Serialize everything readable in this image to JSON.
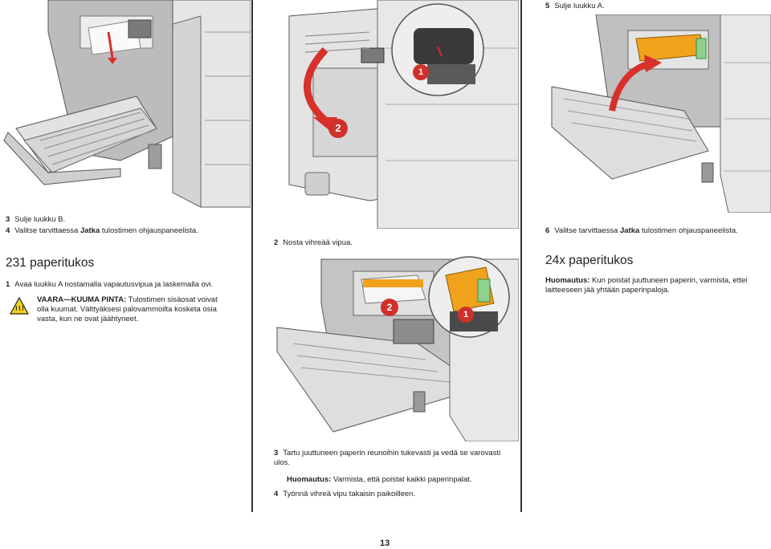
{
  "col1": {
    "step3": {
      "num": "3",
      "text": "Sulje luukku B."
    },
    "step4": {
      "num": "4",
      "pre": "Valitse tarvittaessa ",
      "bold": "Jatka",
      "post": " tulostimen ohjauspaneelista."
    },
    "heading": "231 paperitukos",
    "step1": {
      "num": "1",
      "text": "Avaa luukku A nostamalla vapautusvipua ja laskemalla ovi."
    },
    "warning": {
      "label": "VAARA—KUUMA PINTA:",
      "text": " Tulostimen sisäosat voivat olla kuumat. Välttyäksesi palovammoilta kosketa osia vasta, kun ne ovat jäähtyneet."
    }
  },
  "col2": {
    "step2": {
      "num": "2",
      "text": "Nosta vihreää vipua."
    },
    "callout1": "1",
    "callout2": "2",
    "callout2b": "2",
    "callout1b": "1",
    "step3": {
      "num": "3",
      "text": "Tartu juuttuneen paperin reunoihin tukevasti ja vedä se varovasti ulos."
    },
    "note": {
      "label": "Huomautus:",
      "text": " Varmista, että poistat kaikki paperinpalat."
    },
    "step4": {
      "num": "4",
      "text": "Työnnä vihreä vipu takaisin paikoilleen."
    }
  },
  "col3": {
    "step5": {
      "num": "5",
      "text": "Sulje luukku A."
    },
    "step6": {
      "num": "6",
      "pre": "Valitse tarvittaessa ",
      "bold": "Jatka",
      "post": " tulostimen ohjauspaneelista."
    },
    "heading": "24x paperitukos",
    "note": {
      "label": "Huomautus:",
      "text": " Kun poistat juuttuneen paperin, varmista, ettei laitteeseen jää yhtään paperinpaloja."
    }
  },
  "page_number": "13",
  "colors": {
    "callout_red": "#d0302a",
    "printer_gray": "#c8c8c8",
    "warning_yellow": "#f2d21b",
    "fuser_orange": "#f0a21d",
    "arrow_red": "#d8302a"
  }
}
